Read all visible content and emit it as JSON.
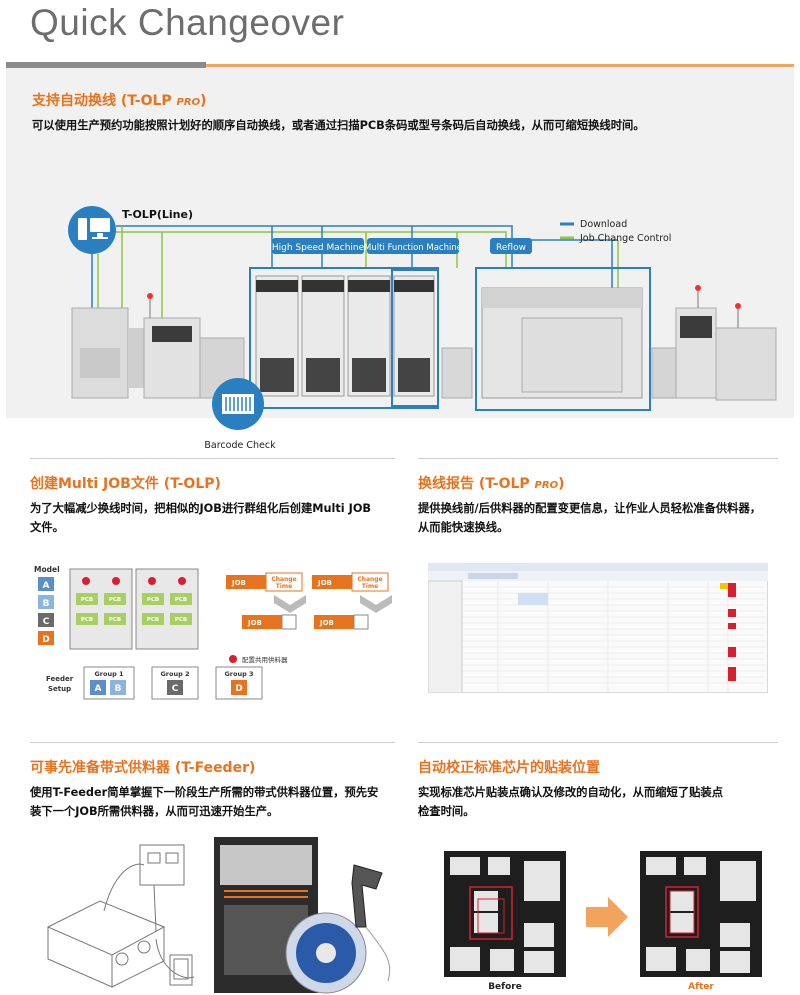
{
  "page_title": "Quick Changeover",
  "hero": {
    "heading": "支持自动换线 (T-OLP ",
    "heading_pro": "PRO",
    "heading_end": ")",
    "body": "可以使用生产预约功能按照计划好的顺序自动换线，或者通过扫描PCB条码或型号条码后自动换线，从而可缩短换线时间。",
    "diagram": {
      "line_label": "T-OLP(Line)",
      "hs_label": "High Speed Machine",
      "mf_label": "Multi Function Machine",
      "reflow_label": "Reflow",
      "legend_download": "Download",
      "legend_job": "Job Change Control",
      "barcode_label": "Barcode Check",
      "color_download": "#2a7fc0",
      "color_job": "#8cc63f"
    }
  },
  "multijob": {
    "heading": "创建Multi JOB文件 (T-OLP)",
    "body1": "为了大幅减少换线时间，把相似的JOB进行群组化后创建Multi JOB",
    "body2": "文件。",
    "model_label": "Model",
    "models": [
      "A",
      "B",
      "C",
      "D"
    ],
    "pcb_label": "PCB",
    "job_label": "JOB",
    "change_time": "Change",
    "change_time2": "Time",
    "feeder_label": "Feeder",
    "setup_label": "Setup",
    "groups": [
      "Group 1",
      "Group 2",
      "Group 3"
    ],
    "shared_feeder": "配置共用供料器"
  },
  "report": {
    "heading": "换线报告 (T-OLP ",
    "heading_pro": "PRO",
    "heading_end": ")",
    "body1": "提供换线前/后供料器的配置变更信息，让作业人员轻松准备供料器，",
    "body2": "从而能快速换线。"
  },
  "tfeeder": {
    "heading": "可事先准备带式供料器 (T-Feeder)",
    "body1": "使用T-Feeder简单掌握下一阶段生产所需的带式供料器位置，预先安",
    "body2": "装下一个JOB所需供料器，从而可迅速开始生产。"
  },
  "calib": {
    "heading": "自动校正标准芯片的贴装位置",
    "body1": "实现标准芯片贴装点确认及修改的自动化，从而缩短了贴装点",
    "body2": "检查时间。",
    "before_label": "Before",
    "after_label": "After",
    "accent": "#e8731f"
  }
}
